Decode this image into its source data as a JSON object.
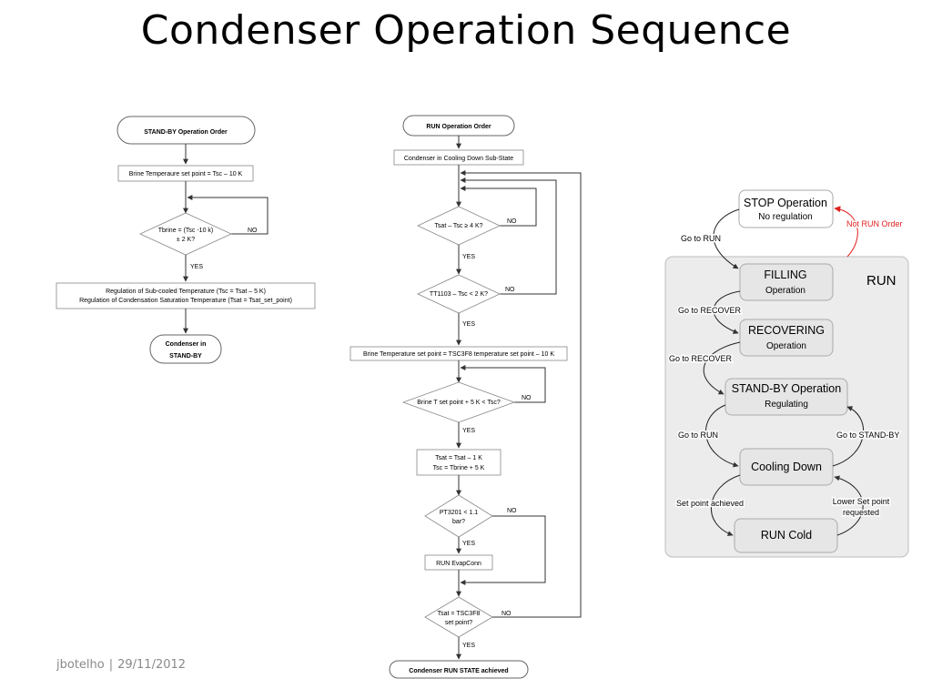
{
  "slide": {
    "title": "Condenser Operation Sequence",
    "footer": {
      "author": "jbotelho",
      "separator": "|",
      "date": "29/11/2012"
    }
  },
  "standby_flow": {
    "start": "STAND-BY Operation Order",
    "step1": "Brine Temperaure set point = Tsc – 10 K",
    "decision_line1": "Tbrine = (Tsc -10 k)",
    "decision_line2": "± 2 K?",
    "no": "NO",
    "yes": "YES",
    "step2_line1": "Regulation of Sub-cooled Temperature (Tsc = Tsat – 5 K)",
    "step2_line2": "Regulation of Condensation Saturation Temperature (Tsat = Tsat_set_point)",
    "end_line1": "Condenser in",
    "end_line2": "STAND-BY"
  },
  "run_flow": {
    "start": "RUN Operation Order",
    "step1": "Condenser in Cooling Down Sub-State",
    "d1": "Tsat – Tsc ≥ 4 K?",
    "d2": "TT1103 – Tsc < 2 K?",
    "step2": "Brine Temperature set point = TSC3F8 temperature set point – 10 K",
    "d3": "Brine T set point + 5 K < Tsc?",
    "step3_line1": "Tsat = Tsat – 1 K",
    "step3_line2": "Tsc = Tbrine + 5 K",
    "d4_line1": "PT3201 < 1.1",
    "d4_line2": "bar?",
    "step4": "RUN EvapConn",
    "d5_line1": "Tsat = TSC3F8",
    "d5_line2": "set point?",
    "end": "Condenser RUN STATE achieved",
    "no": "NO",
    "yes": "YES"
  },
  "state_machine": {
    "group_label": "RUN",
    "states": {
      "stop": {
        "name": "STOP Operation",
        "sub": "No regulation"
      },
      "filling": {
        "name": "FILLING",
        "sub": "Operation"
      },
      "recovering": {
        "name": "RECOVERING",
        "sub": "Operation"
      },
      "standby": {
        "name": "STAND-BY Operation",
        "sub": "Regulating"
      },
      "cooling": {
        "name": "Cooling Down"
      },
      "runcold": {
        "name": "RUN Cold"
      }
    },
    "transitions": {
      "go_to_run_top": "Go to RUN",
      "not_run_order": "Not RUN Order",
      "go_to_recover_1": "Go to RECOVER",
      "go_to_recover_2": "Go to RECOVER",
      "go_to_run_bottom": "Go to RUN",
      "go_to_standby": "Go to STAND-BY",
      "set_point_achieved": "Set point achieved",
      "lower_set_point_line1": "Lower Set point",
      "lower_set_point_line2": "requested"
    },
    "colors": {
      "group_fill": "#ececec",
      "state_fill": "#e6e6e6",
      "not_run_arrow": "#e02020"
    }
  }
}
